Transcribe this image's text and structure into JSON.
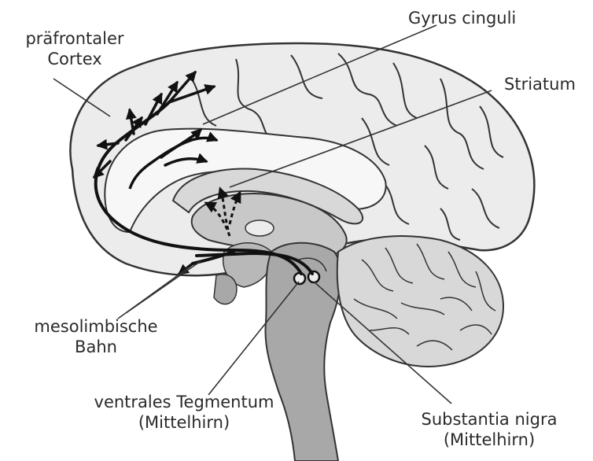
{
  "labels": {
    "prefrontal": {
      "line1": "präfrontaler",
      "line2": "Cortex"
    },
    "gyrus": "Gyrus cinguli",
    "striatum": "Striatum",
    "mesolimbic": {
      "line1": "mesolimbische",
      "line2": "Bahn"
    },
    "vta": {
      "line1": "ventrales Tegmentum",
      "line2": "(Mittelhirn)"
    },
    "nigra": {
      "line1": "Substantia nigra",
      "line2": "(Mittelhirn)"
    }
  },
  "colors": {
    "brain_fill": "#ececec",
    "outline": "#333333",
    "inner_gray": "#c8c8c8",
    "dark_gray": "#a8a8a8",
    "pathway": "#111111"
  }
}
